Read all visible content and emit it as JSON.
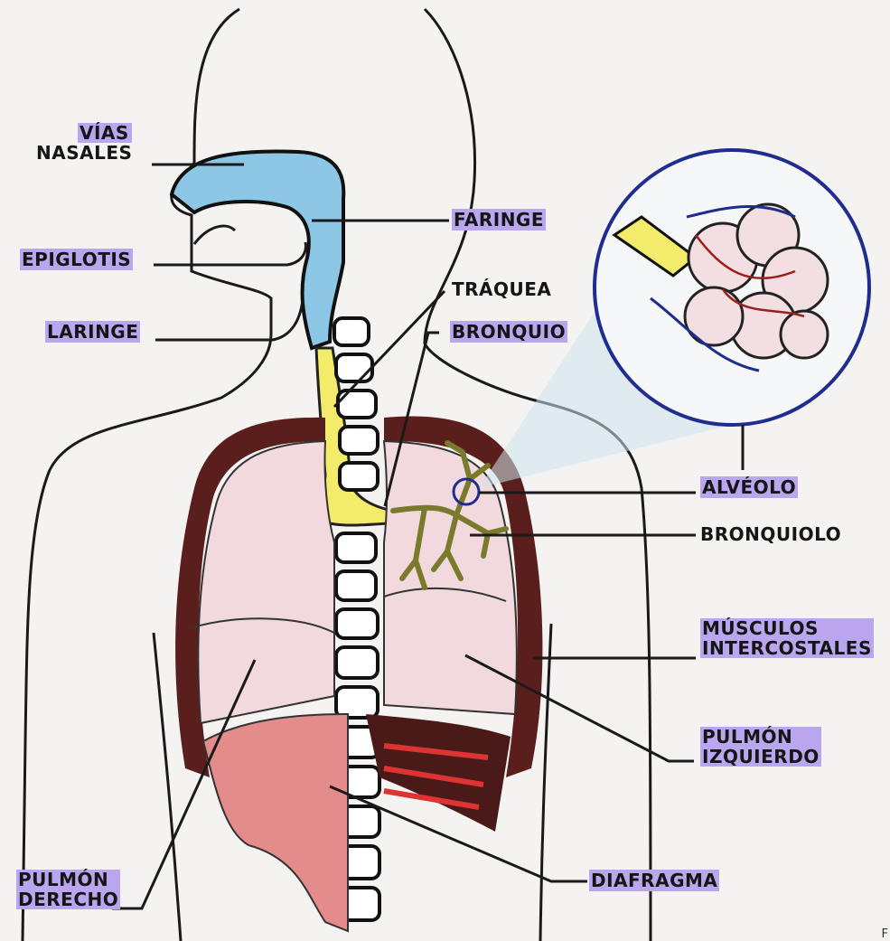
{
  "labels": {
    "vias_nasales": [
      "VÍAS",
      "NASALES"
    ],
    "faringe": "FARINGE",
    "epiglotis": "EPIGLOTIS",
    "traquea": "TRÁQUEA",
    "laringe": "LARINGE",
    "bronquio": "BRONQUIO",
    "alveolo": "ALVÉOLO",
    "bronquiolo": "BRONQUIOLO",
    "musculos_intercostales": [
      "MÚSCULOS",
      "INTERCOSTALES"
    ],
    "pulmon_izquierdo": [
      "PULMÓN",
      "IZQUIERDO"
    ],
    "pulmon_derecho": [
      "PULMÓN",
      "DERECHO"
    ],
    "diafragma": "DIAFRAGMA"
  },
  "corner_text": "F",
  "colors": {
    "nasal_blue": "#8cc8e6",
    "trachea_yellow": "#f2ec6a",
    "lung_pink": "#f1d9de",
    "rib_brown": "#5a1f1c",
    "diaphragm_red": "#e48c8c",
    "alveolus_outline": "#1f2d8f",
    "highlight_purple": "#b9a6ee"
  }
}
